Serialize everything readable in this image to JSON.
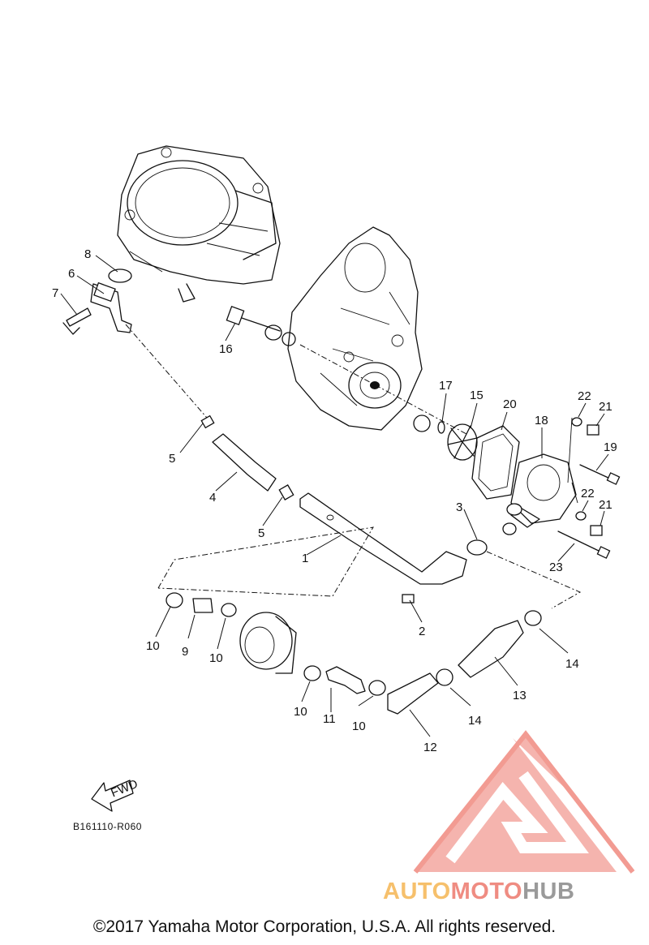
{
  "diagram": {
    "callouts": [
      "1",
      "2",
      "3",
      "4",
      "5",
      "5",
      "6",
      "7",
      "8",
      "9",
      "10",
      "10",
      "10",
      "10",
      "11",
      "12",
      "13",
      "14",
      "14",
      "15",
      "16",
      "17",
      "18",
      "19",
      "20",
      "21",
      "21",
      "22",
      "22",
      "23"
    ],
    "fwd_label": "FWD",
    "code": "B161110-R060"
  },
  "watermark": {
    "part1": "AUTO",
    "part2": "MOTO",
    "part3": "HUB",
    "color_logo": "#ef8c82",
    "color_gold": "#f6c06c",
    "color_gray": "#9a9a9a"
  },
  "footer": {
    "copyright": "©2017 Yamaha Motor Corporation, U.S.A. All rights reserved."
  }
}
